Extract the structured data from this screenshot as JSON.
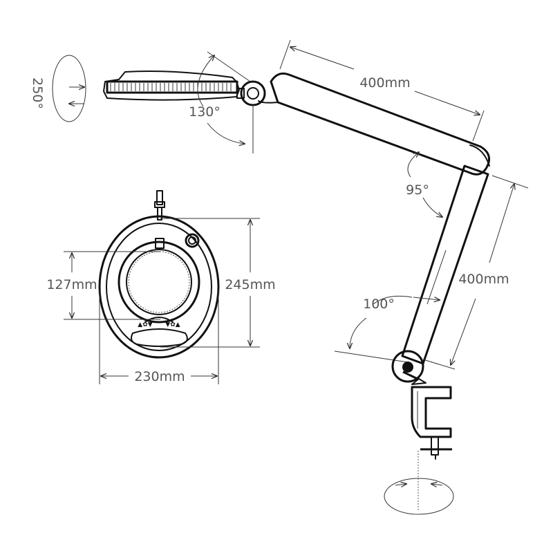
{
  "diagram": {
    "labels": {
      "head_rotation": "250°",
      "head_tilt": "130°",
      "upper_arm_length": "400mm",
      "elbow_angle": "95°",
      "lower_arm_length": "400mm",
      "base_angle": "100°",
      "lens_diameter": "127mm",
      "head_height": "245mm",
      "head_width": "230mm"
    },
    "head_buttons": {
      "left": "▲✿▼",
      "right": "▼✿▲"
    },
    "colors": {
      "ink": "#111111",
      "dimension": "#555555",
      "background": "#ffffff"
    }
  }
}
